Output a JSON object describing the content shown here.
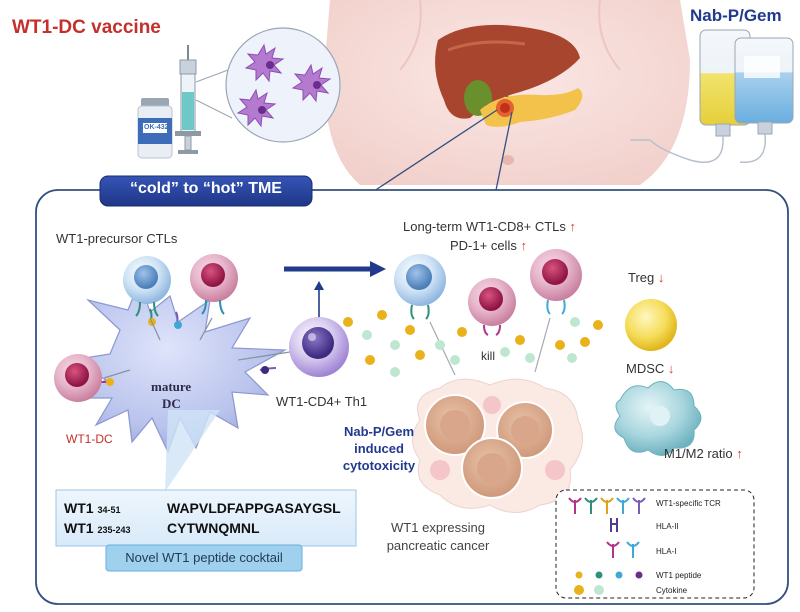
{
  "header": {
    "vaccine_title": "WT1-DC vaccine",
    "drug_title": "Nab-P/Gem",
    "vial_label": "OK-432",
    "tme_banner": "“cold” to “hot” TME"
  },
  "cells": {
    "precursor_label": "WT1-precursor CTLs",
    "long_term_label": "Long-term WT1-CD8+ CTLs",
    "pd1_label": "PD-1+ cells",
    "kill_label": "kill",
    "mature_dc_line1": "mature",
    "mature_dc_line2": "DC",
    "th1_label": "WT1-CD4+ Th1",
    "wt1_dc_label": "WT1-DC",
    "treg_label": "Treg",
    "mdsc_label": "MDSC",
    "m1m2_label": "M1/M2 ratio",
    "up_arrow": "↑",
    "down_arrow": "↓"
  },
  "cytotoxicity": {
    "line1": "Nab-P/Gem",
    "line2": "induced",
    "line3": "cytotoxicity"
  },
  "cancer_label": {
    "line1": "WT1 expressing",
    "line2": "pancreatic cancer"
  },
  "peptides": {
    "rows": [
      {
        "name": "WT1",
        "range": "34-51",
        "sequence": "WAPVLDFAPPGASAYGSL"
      },
      {
        "name": "WT1",
        "range": "235-243",
        "sequence": "CYTWNQMNL"
      }
    ],
    "cocktail_label": "Novel WT1 peptide cocktail"
  },
  "legend": {
    "items": [
      {
        "label": "WT1-specific TCR"
      },
      {
        "label": "HLA-II"
      },
      {
        "label": "HLA-I"
      },
      {
        "label": "WT1 peptide"
      },
      {
        "label": "Cytokine"
      }
    ]
  },
  "colors": {
    "navy": "#223a8c",
    "red": "#d23a2a",
    "dc_body": "#b9c3ec",
    "panel_border": "#34507f",
    "peptide_yellow": "#e9b21a",
    "cytokine_green": "#bfe6cf"
  }
}
